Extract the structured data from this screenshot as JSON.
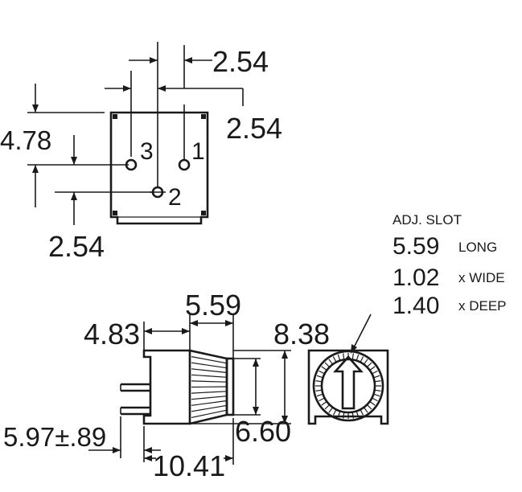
{
  "top_view": {
    "dim_pin_pitch_top": "2.54",
    "dim_pin_pitch_right": "2.54",
    "dim_height": "4.78",
    "dim_bottom": "2.54",
    "pin_labels": [
      "3",
      "1",
      "2"
    ]
  },
  "adjustment_slot": {
    "title": "ADJ. SLOT",
    "rows": [
      {
        "value": "5.59",
        "unit": "LONG"
      },
      {
        "value": "1.02",
        "unit": "x WIDE"
      },
      {
        "value": "1.40",
        "unit": "x DEEP"
      }
    ]
  },
  "side_view": {
    "dim_knob_length": "5.59",
    "dim_body_depth": "4.83",
    "dim_height": "8.38",
    "dim_knob_dia": "6.60",
    "dim_lead": "5.97±.89",
    "dim_overall": "10.41"
  },
  "colors": {
    "ink": "#1a1a1a",
    "background": "#ffffff"
  }
}
